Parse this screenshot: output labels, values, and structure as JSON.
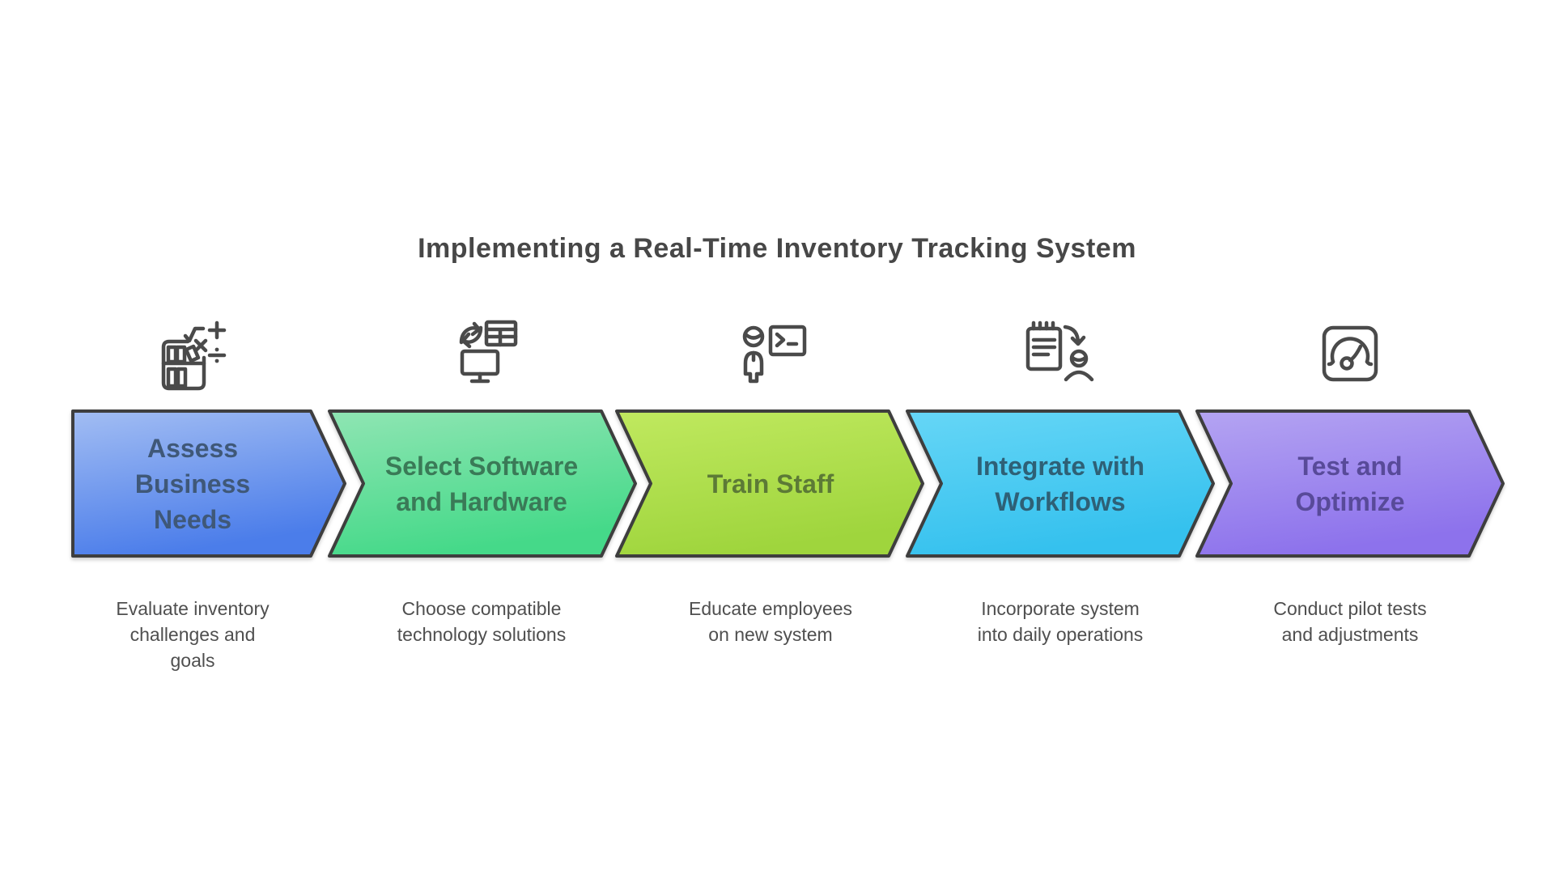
{
  "title": "Implementing a Real-Time Inventory Tracking System",
  "border_color": "#3e3e3e",
  "icon_color": "#4a4a4a",
  "steps": [
    {
      "label": "Assess Business Needs",
      "description": "Evaluate inventory challenges and goals",
      "icon": "bookshelf-math-icon",
      "color_top": "#a2bdf3",
      "color_bottom": "#4b7dea",
      "label_color": "#3f5878"
    },
    {
      "label": "Select Software and Hardware",
      "description": "Choose compatible technology solutions",
      "icon": "monitor-sync-table-icon",
      "color_top": "#8fe5b3",
      "color_bottom": "#45d989",
      "label_color": "#3a7a57"
    },
    {
      "label": "Train Staff",
      "description": "Educate employees on new system",
      "icon": "trainer-presentation-icon",
      "color_top": "#c0e95f",
      "color_bottom": "#9fd53d",
      "label_color": "#5c7a36"
    },
    {
      "label": "Integrate with Workflows",
      "description": "Incorporate system into daily operations",
      "icon": "clipboard-assign-icon",
      "color_top": "#66d6f6",
      "color_bottom": "#35c1ee",
      "label_color": "#2e6076"
    },
    {
      "label": "Test and Optimize",
      "description": "Conduct pilot tests and adjustments",
      "icon": "gauge-icon",
      "color_top": "#b4a4f2",
      "color_bottom": "#8d72ec",
      "label_color": "#584a99"
    }
  ]
}
